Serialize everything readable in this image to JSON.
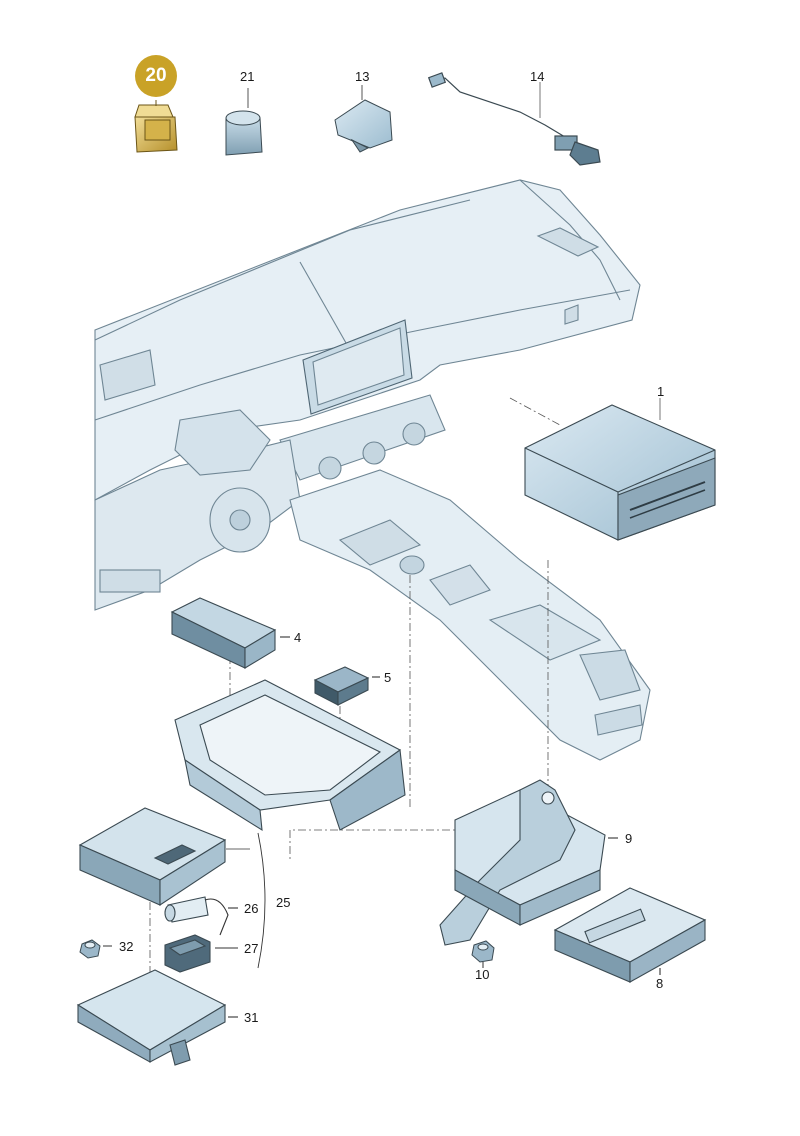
{
  "highlighted_part": "20",
  "colors": {
    "part_fill": "#b9d3e3",
    "part_dark": "#4d6e80",
    "line": "#3b4a52",
    "highlight": "#c9a227",
    "highlight_part": "#e3c872"
  },
  "labels": {
    "p1": "1",
    "p4": "4",
    "p5": "5",
    "p8": "8",
    "p9": "9",
    "p10": "10",
    "p13": "13",
    "p14": "14",
    "p21": "21",
    "p25": "25",
    "p26": "26",
    "p27": "27",
    "p31": "31",
    "p32": "32"
  }
}
